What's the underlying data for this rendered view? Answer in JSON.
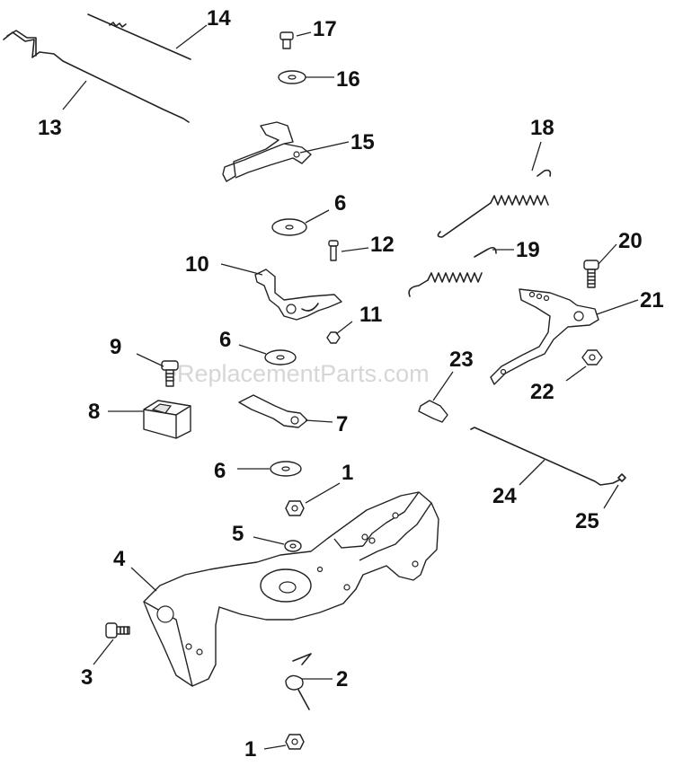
{
  "watermark": "eReplacementParts.com",
  "callouts": {
    "c1a": "1",
    "c1b": "1",
    "c2": "2",
    "c3": "3",
    "c4": "4",
    "c5": "5",
    "c6a": "6",
    "c6b": "6",
    "c6c": "6",
    "c7": "7",
    "c8": "8",
    "c9": "9",
    "c10": "10",
    "c11": "11",
    "c12": "12",
    "c13": "13",
    "c14": "14",
    "c15": "15",
    "c16": "16",
    "c17": "17",
    "c18": "18",
    "c19": "19",
    "c20": "20",
    "c21": "21",
    "c22": "22",
    "c23": "23",
    "c24": "24",
    "c25": "25"
  }
}
